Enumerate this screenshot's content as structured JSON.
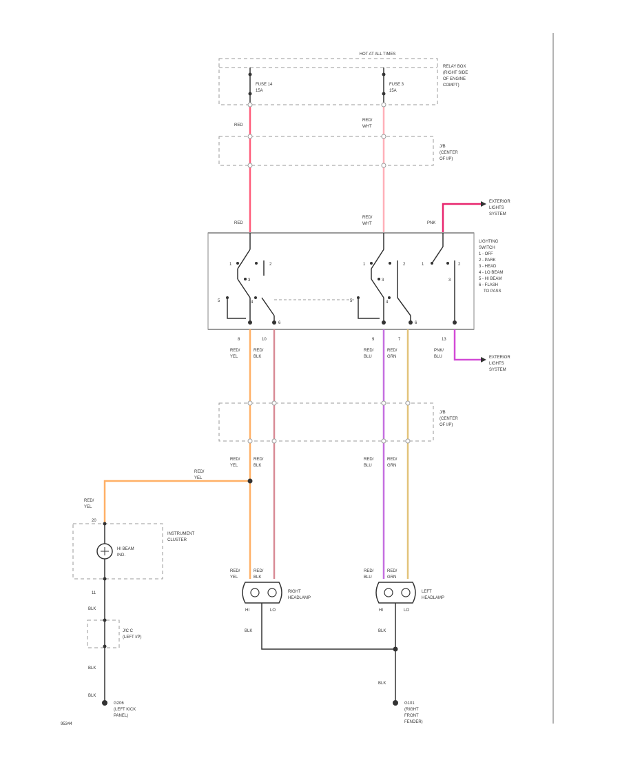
{
  "relay_box": {
    "header": "HOT AT ALL TIMES",
    "label": [
      "RELAY BOX",
      "(RIGHT SIDE",
      "OF ENGINE",
      "COMPT)"
    ],
    "fuse_left": [
      "FUSE 14",
      "15A"
    ],
    "fuse_right": [
      "FUSE 3",
      "15A"
    ]
  },
  "jb_top": {
    "label": [
      "J/B",
      "(CENTER",
      "OF I/P)"
    ]
  },
  "wire_top": {
    "left": [
      "RED"
    ],
    "right": [
      "RED/",
      "WHT"
    ]
  },
  "switch_top_labels": {
    "left": [
      "RED"
    ],
    "mid": [
      "RED/",
      "WHT"
    ],
    "right": [
      "PNK"
    ]
  },
  "exterior_top": [
    "EXTERIOR",
    "LIGHTS",
    "SYSTEM"
  ],
  "exterior_bottom": [
    "EXTERIOR",
    "LIGHTS",
    "SYSTEM"
  ],
  "lighting_switch": {
    "label": [
      "LIGHTING",
      "SWITCH",
      "1 - OFF",
      "2 - PARK",
      "3 - HEAD",
      "4 - LO BEAM",
      "5 - HI BEAM",
      "6 - FLASH",
      "TO PASS"
    ],
    "g1": [
      "1",
      "2",
      "3",
      "5",
      "4",
      "6"
    ],
    "g2": [
      "1",
      "2",
      "3",
      "5",
      "4",
      "6"
    ],
    "g3": [
      "1",
      "2",
      "3"
    ]
  },
  "switch_pins": [
    "8",
    "10",
    "9",
    "7",
    "13"
  ],
  "switch_out_wires": {
    "a": [
      "RED/",
      "YEL"
    ],
    "b": [
      "RED/",
      "BLK"
    ],
    "c": [
      "RED/",
      "BLU"
    ],
    "d": [
      "RED/",
      "GRN"
    ],
    "e": [
      "PNK/",
      "BLU"
    ]
  },
  "jb_mid": {
    "label": [
      "J/B",
      "(CENTER",
      "OF I/P)"
    ]
  },
  "jb_mid_out": {
    "a": [
      "RED/",
      "YEL"
    ],
    "b": [
      "RED/",
      "BLK"
    ],
    "c": [
      "RED/",
      "BLU"
    ],
    "d": [
      "RED/",
      "GRN"
    ]
  },
  "splice_wire": [
    "RED/",
    "YEL"
  ],
  "cluster_wire": [
    "RED/",
    "YEL"
  ],
  "cluster_pin_top": "20",
  "cluster_pin_bottom": "11",
  "instrument_cluster": {
    "label": [
      "INSTRUMENT",
      "CLUSTER"
    ],
    "indicator": [
      "HI BEAM",
      "IND."
    ]
  },
  "right_headlamp": {
    "wires": {
      "a": [
        "RED/",
        "YEL"
      ],
      "b": [
        "RED/",
        "BLK"
      ]
    },
    "pins": [
      "HI",
      "LO"
    ],
    "label": [
      "RIGHT",
      "HEADLAMP"
    ]
  },
  "left_headlamp": {
    "wires": {
      "a": [
        "RED/",
        "BLU"
      ],
      "b": [
        "RED/",
        "GRN"
      ]
    },
    "pins": [
      "HI",
      "LO"
    ],
    "label": [
      "LEFT",
      "HEADLAMP"
    ]
  },
  "ground_left_wires": [
    "BLK",
    "BLK",
    "BLK"
  ],
  "jc": {
    "label": [
      "J/C C",
      "(LEFT I/P)"
    ]
  },
  "ground_left": [
    "G206",
    "(LEFT KICK",
    "PANEL)"
  ],
  "headlamp_blk": [
    "BLK",
    "BLK"
  ],
  "ground_right_wire": "BLK",
  "ground_right": [
    "G101",
    "(RIGHT",
    "FRONT",
    "FENDER)"
  ],
  "diagram_id": "95344",
  "colors": {
    "red": "#ff5c7a",
    "red_wht": "#ffb0b8",
    "pnk": "#e8266e",
    "pnk_blu": "#d24ad6",
    "red_yel": "#ffb066",
    "red_blk": "#d88a95",
    "red_blu": "#c46ee0",
    "red_grn": "#e2c37a",
    "dark": "#333333",
    "gray": "#9a9a9a"
  }
}
